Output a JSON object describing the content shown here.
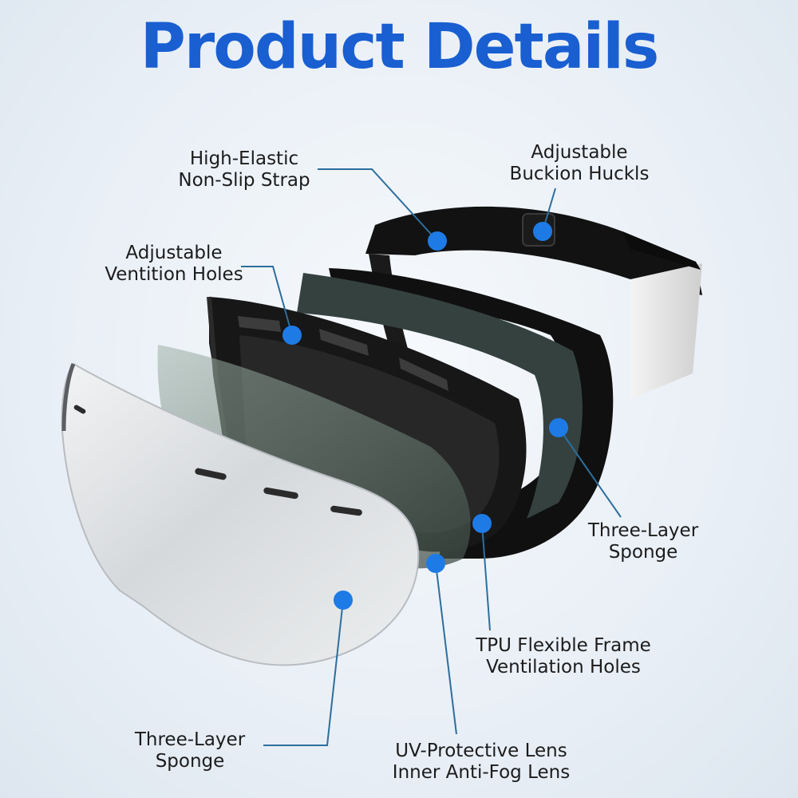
{
  "title": "Product Details",
  "colors": {
    "title": "#1a5fd1",
    "accent": "#1e7be6",
    "leader_line": "#2c6f9c",
    "frame_black": "#141414",
    "sponge_gray": "#34403e",
    "lens_silver": "#d9dcdf",
    "background": "#e9eff6"
  },
  "product": {
    "icon": "ski-goggles-exploded-view"
  },
  "callouts": {
    "strap": {
      "line1": "High-Elastic",
      "line2": "Non-Slip Strap"
    },
    "buckle": {
      "line1": "Adjustable",
      "line2": "Buckion Huckls"
    },
    "vent_holes": {
      "line1": "Adjustable",
      "line2": "Ventition Holes"
    },
    "sponge_right": {
      "line1": "Three-Layer",
      "line2": "Sponge"
    },
    "tpu_frame": {
      "line1": "TPU Flexible Frame",
      "line2": "Ventilation Holes"
    },
    "uv_lens": {
      "line1": "UV-Protective Lens",
      "line2": "Inner Anti-Fog Lens"
    },
    "sponge_left": {
      "line1": "Three-Layer",
      "line2": "Sponge"
    }
  }
}
